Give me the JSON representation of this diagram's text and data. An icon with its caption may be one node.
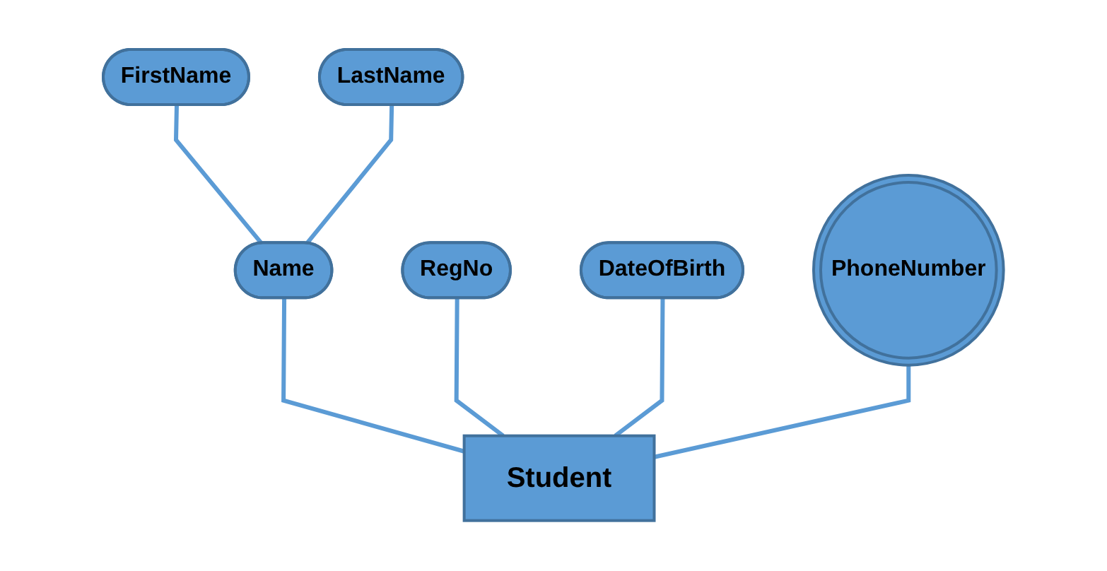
{
  "diagram": {
    "nodes": [
      {
        "text": [
          "FirstName"
        ]
      },
      {
        "text": [
          "LastName"
        ]
      },
      {
        "text": [
          "Name"
        ]
      },
      {
        "text": [
          "RegNo"
        ]
      },
      {
        "text": [
          "Student"
        ]
      },
      {
        "text": [
          "DateOfBirth"
        ]
      },
      {
        "text": [
          "PhoneNumber"
        ]
      }
    ],
    "edges": [
      {
        "from": 2,
        "to": 0,
        "arrow": "none"
      },
      {
        "from": 2,
        "to": 1,
        "arrow": "none"
      },
      {
        "from": 4,
        "to": 3,
        "arrow": "none"
      },
      {
        "from": 4,
        "to": 2,
        "arrow": "none"
      },
      {
        "from": 4,
        "to": 5,
        "arrow": "none"
      },
      {
        "from": 4,
        "to": 6,
        "arrow": "none"
      }
    ]
  }
}
